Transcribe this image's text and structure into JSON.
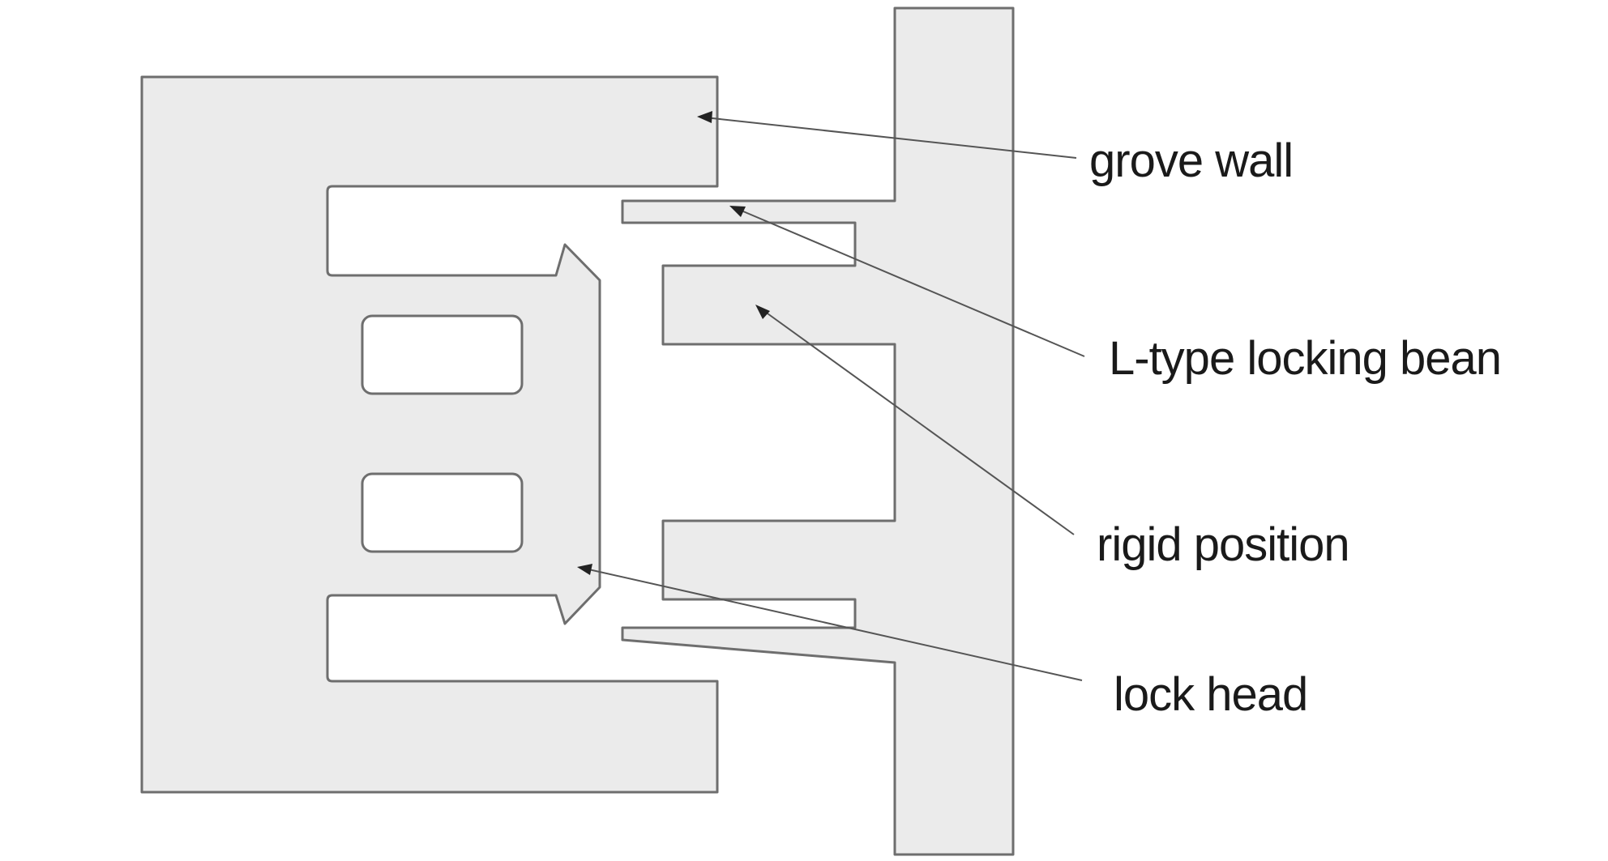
{
  "diagram": {
    "labels": {
      "grove_wall": "grove wall",
      "locking_beam": "L-type locking bean",
      "rigid_position": "rigid position",
      "lock_head": "lock head"
    }
  },
  "colors": {
    "part_fill": "#ebebeb",
    "part_outline": "#6e6e6e",
    "leader_line": "#555555",
    "text": "#1a1a1a"
  }
}
